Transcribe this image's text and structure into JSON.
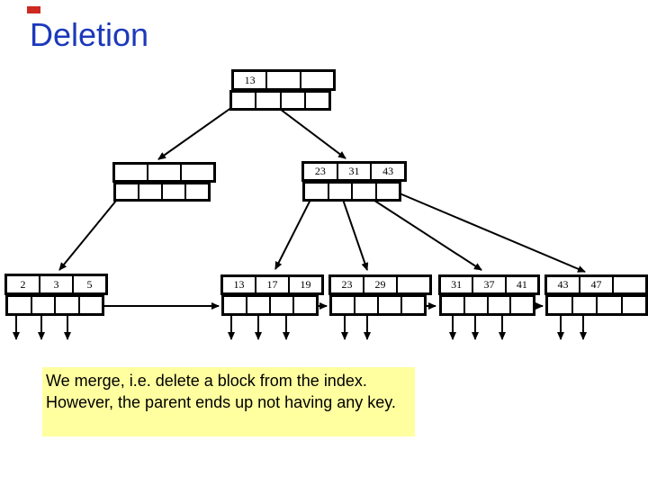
{
  "slide": {
    "title": "Deletion",
    "title_color": "#1c39bb",
    "accent_mark_color": "#cc2a22"
  },
  "tree": {
    "root": {
      "keys": [
        "13",
        "",
        ""
      ]
    },
    "internal_left": {
      "keys": [
        "",
        "",
        ""
      ]
    },
    "internal_right": {
      "keys": [
        "23",
        "31",
        "43"
      ]
    },
    "leaves": [
      {
        "keys": [
          "2",
          "3",
          "5"
        ]
      },
      {
        "keys": [
          "13",
          "17",
          "19"
        ]
      },
      {
        "keys": [
          "23",
          "29",
          ""
        ]
      },
      {
        "keys": [
          "31",
          "37",
          "41"
        ]
      },
      {
        "keys": [
          "43",
          "47",
          ""
        ]
      }
    ]
  },
  "note": {
    "text": "We merge, i.e. delete a block from the index. However, the parent ends up not having any key.",
    "background": "#ffffa0"
  }
}
